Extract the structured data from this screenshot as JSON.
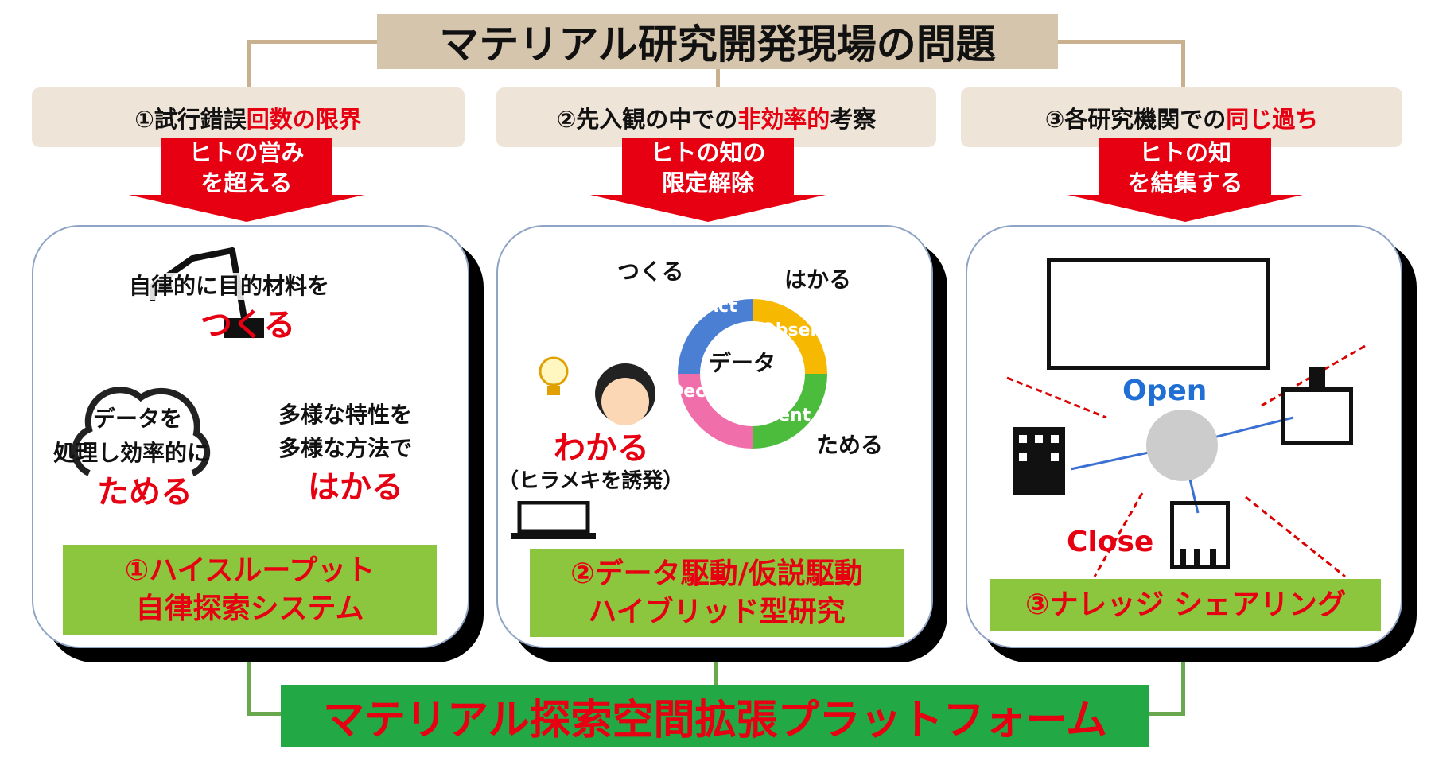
{
  "title": "マテリアル研究開発現場の問題",
  "problems": [
    {
      "prefix": "①試行錯誤",
      "highlight": "回数の限界",
      "suffix": ""
    },
    {
      "prefix": "②先入観の中での",
      "highlight": "非効率的",
      "suffix": "考察"
    },
    {
      "prefix": "③各研究機関での",
      "highlight": "同じ過ち",
      "suffix": ""
    }
  ],
  "arrows": [
    {
      "line1": "ヒトの営み",
      "line2": "を超える"
    },
    {
      "line1": "ヒトの知の",
      "line2": "限定解除"
    },
    {
      "line1": "ヒトの知",
      "line2": "を結集する"
    }
  ],
  "panel1": {
    "make_caption": "自律的に目的材料を",
    "make": "つくる",
    "store_line1": "データを",
    "store_line2": "処理し効率的に",
    "store": "ためる",
    "measure_line1": "多様な特性を",
    "measure_line2": "多様な方法で",
    "measure": "はかる",
    "label_line1": "①ハイスループット",
    "label_line2": "自律探索システム"
  },
  "panel2": {
    "make": "つくる",
    "measure": "はかる",
    "store": "ためる",
    "data": "データ",
    "cycle": [
      "Act",
      "Observe",
      "Orient",
      "Decide"
    ],
    "understand": "わかる",
    "inspire": "（ヒラメキを誘発）",
    "label_line1": "②データ駆動/仮説駆動",
    "label_line2": "ハイブリッド型研究"
  },
  "panel3": {
    "open": "Open",
    "close": "Close",
    "label": "③ナレッジ シェアリング"
  },
  "platform": "マテリアル探索空間拡張プラットフォーム",
  "colors": {
    "red": "#e60012",
    "green": "#22a844",
    "lightgreen": "#8cc63f",
    "tan": "#d6c5ad"
  }
}
